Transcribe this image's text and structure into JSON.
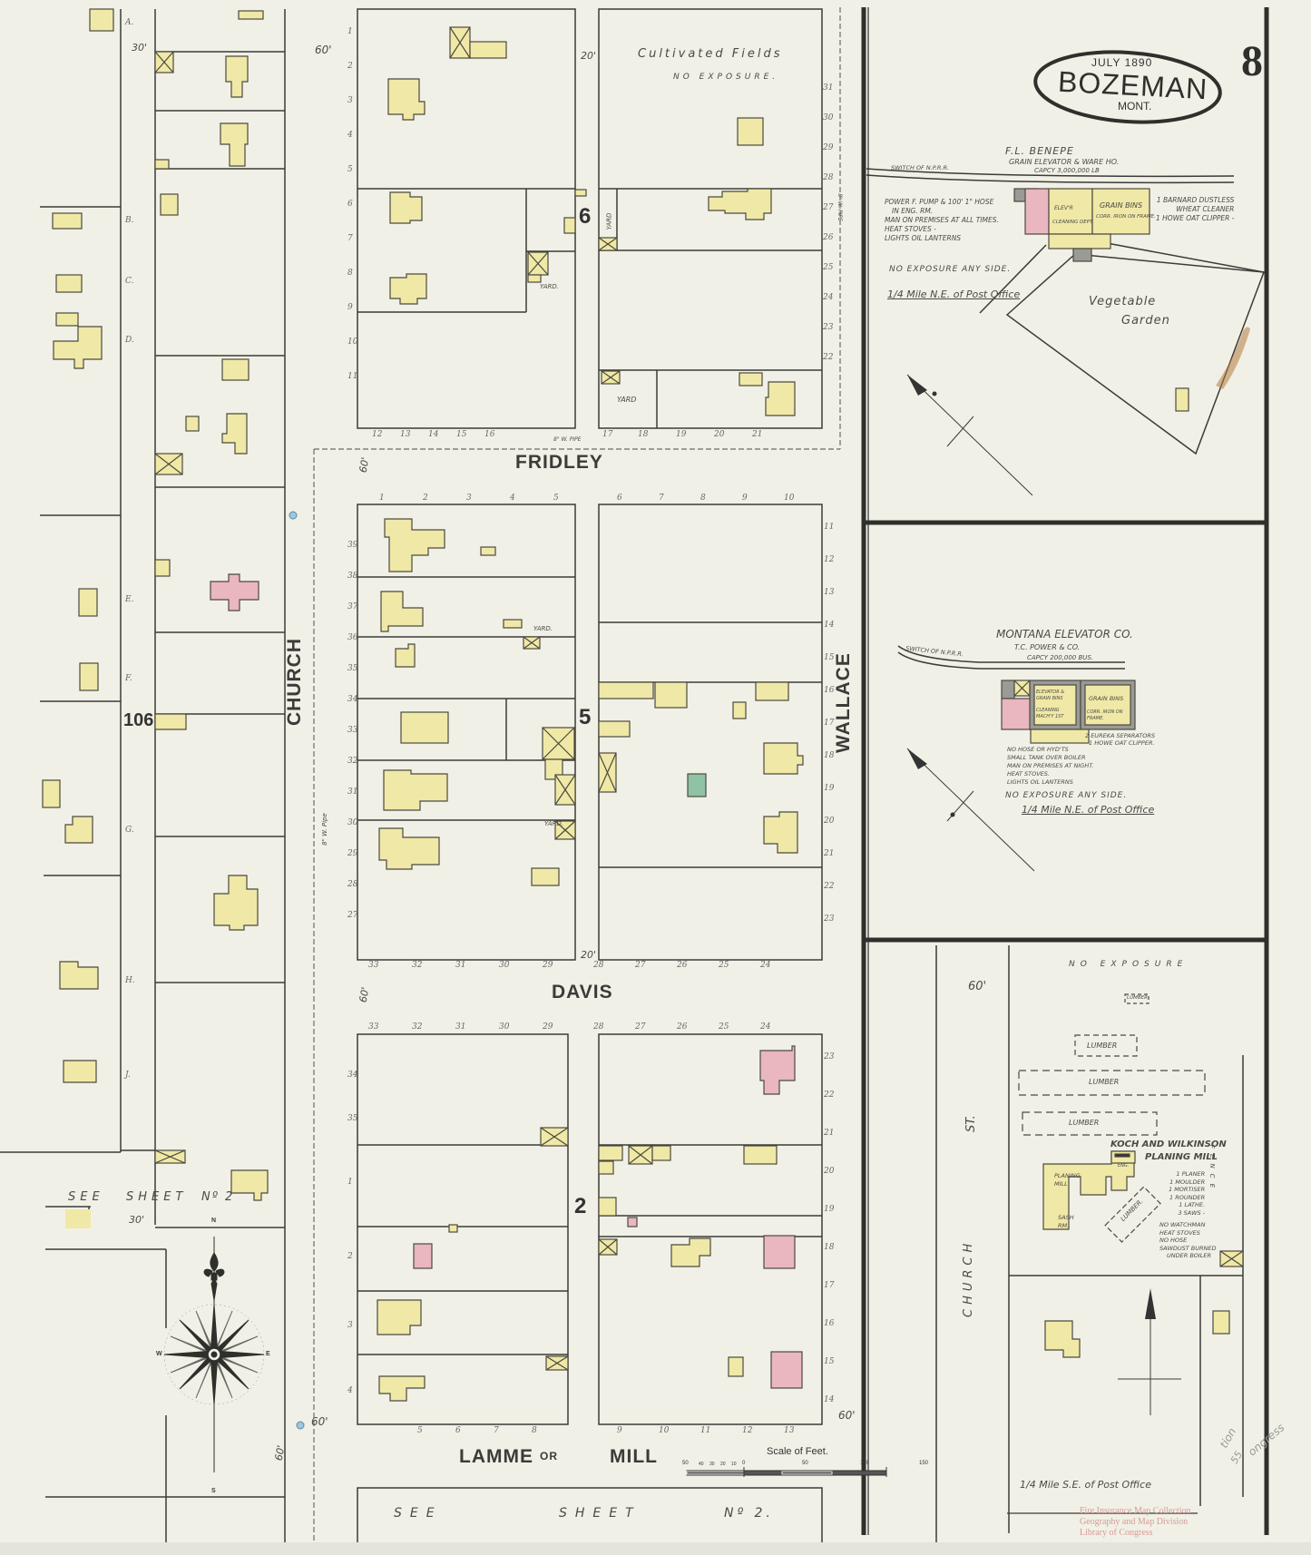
{
  "title_cartouche": {
    "date": "JULY 1890",
    "city": "BOZEMAN",
    "state": "MONT."
  },
  "sheet_number": "8",
  "colors": {
    "paper": "#f1f0e6",
    "frame_brick": "#f0e8a6",
    "brick": "#eab6c0",
    "stone": "#8fc2a6",
    "line": "#3b3b38",
    "stamp": "#d79a9a"
  },
  "streets": {
    "fridley": "FRIDLEY",
    "davis": "DAVIS",
    "church": "CHURCH",
    "wallace": "WALLACE",
    "lamme": "LAMME",
    "lamme_or": "OR",
    "mill": "MILL",
    "church_st_a": "CHURCH",
    "church_st_b": "ST."
  },
  "blocks": {
    "b106": "106",
    "b6": "6",
    "b5": "5",
    "b2": "2"
  },
  "references": {
    "see_sheet_left": [
      "SEE",
      "SHEET",
      "Nº 2"
    ],
    "see_sheet_bottom": [
      "SEE",
      "SHEET",
      "Nº 2."
    ]
  },
  "dimensions": {
    "w60_top": "60'",
    "w30_top": "30'",
    "w30_bottom": "30'",
    "w20_top": "20'",
    "w20_mid": "20'",
    "w60_fridley": "60'",
    "w60_davis": "60'",
    "w60_lamme": "60'",
    "w60_lamme_r": "60'",
    "w60_bottom": "60'",
    "w60_church_st": "60'",
    "pipe_fridley": "8\" W. PIPE",
    "pipe_church": "8\" W. Pipe",
    "pipe_wallace": "8\" W. PIPE"
  },
  "block6": {
    "cultivated": "Cultivated Fields",
    "no_exposure": "No Exposure.",
    "yard1": "YARD.",
    "yard2": "YARD",
    "yard3": "YARD"
  },
  "block5": {
    "yard1": "YARD.",
    "yard2": "YARD."
  },
  "benepe": {
    "name": "F.L. BENEPE",
    "subtitle": "GRAIN ELEVATOR & WARE HO.",
    "capacity": "CAPCY 3,000,000 LB",
    "switch": "SWITCH OF N.P.R.R.",
    "power": [
      "POWER F. PUMP & 100' 1\" HOSE",
      "IN ENG. RM.",
      "MAN ON PREMISES AT ALL TIMES.",
      "HEAT STOVES -",
      "LIGHTS OIL LANTERNS"
    ],
    "equipment": [
      "1 BARNARD DUSTLESS",
      "WHEAT CLEANER",
      "1 HOWE OAT CLIPPER -"
    ],
    "bins": "GRAIN BINS",
    "bins_const": "CORR. IRON ON FRAME.",
    "elev": "ELEV'R",
    "cleaning": "CLEANING DEPT.",
    "no_exposure": "NO EXPOSURE ANY SIDE.",
    "distance": "1/4 Mile N.E. of Post Office",
    "garden_a": "Vegetable",
    "garden_b": "Garden"
  },
  "montana": {
    "name": "MONTANA ELEVATOR CO.",
    "owner": "T.C. POWER & CO.",
    "capacity": "CAPCY 200,000 BUS.",
    "switch": "SWITCH OF N.P.R.R.",
    "elev_label": "ELEVATOR & GRAIN BINS",
    "cleaning": "CLEANING MACH'Y 1ST",
    "bins": "GRAIN BINS",
    "bins_const": "CORR. IRON ON FRAME.",
    "equipment": [
      "2 EUREKA SEPARATORS",
      "1 HOWE OAT CLIPPER."
    ],
    "notes": [
      "NO HOSE OR HYD'TS",
      "SMALL TANK OVER BOILER",
      "MAN ON PREMISES AT NIGHT.",
      "HEAT STOVES.",
      "LIGHTS OIL LANTERNS"
    ],
    "no_exposure": "NO EXPOSURE ANY SIDE.",
    "distance": "1/4 Mile N.E. of Post Office"
  },
  "koch": {
    "no_exposure": "NO EXPOSURE",
    "lumber": [
      "LUMBER",
      "LUMBER",
      "LUMBER",
      "LUMBER",
      "LUMBER."
    ],
    "name_a": "KOCH AND WILKINSON",
    "name_b": "PLANING MILL",
    "mill_label": "PLANING MILL",
    "sash": "SASH RM.",
    "eng": "ENG.",
    "equipment": [
      "1 PLANER",
      "1 MOULDER",
      "1 MORTISER",
      "1 ROUNDER",
      "1 LATHE.",
      "3 SAWS -"
    ],
    "notes": [
      "NO WATCHMAN",
      "HEAT STOVES",
      "NO HOSE",
      "SAWDUST BURNED",
      "UNDER BOILER"
    ],
    "fence": "FENCE",
    "distance": "1/4 Mile S.E. of Post Office"
  },
  "scale": {
    "title": "Scale of Feet.",
    "ticks": [
      "50",
      "40",
      "30",
      "20",
      "10",
      "0",
      "50",
      "100",
      "150"
    ]
  },
  "compass": {
    "n": "N",
    "s": "S",
    "e": "E",
    "w": "W"
  },
  "stamp": [
    "Fire Insurance Map Collection",
    "Geography and Map Division",
    "Library of Congress"
  ],
  "lots": {
    "block6_left_side": [
      "1",
      "2",
      "3",
      "4",
      "5",
      "6",
      "7",
      "8",
      "9",
      "10",
      "11"
    ],
    "block6_bottom": [
      "12",
      "13",
      "14",
      "15",
      "16",
      "17",
      "18",
      "19",
      "20",
      "21"
    ],
    "block6_right_side": [
      "31",
      "30",
      "29",
      "28",
      "27",
      "26",
      "25",
      "24",
      "23",
      "22"
    ],
    "block5_top": [
      "1",
      "2",
      "3",
      "4",
      "5",
      "6",
      "7",
      "8",
      "9",
      "10"
    ],
    "block5_right": [
      "11",
      "12",
      "13",
      "14",
      "15",
      "16",
      "17",
      "18",
      "19",
      "20",
      "21",
      "22",
      "23"
    ],
    "block5_left": [
      "39",
      "38",
      "37",
      "36",
      "35",
      "34",
      "33",
      "32",
      "31",
      "30",
      "29",
      "28",
      "27"
    ],
    "block5_bottom": [
      "33",
      "32",
      "31",
      "30",
      "29",
      "28",
      "27",
      "26",
      "25",
      "24"
    ],
    "block2_top": [
      "33",
      "32",
      "31",
      "30",
      "29",
      "28",
      "27",
      "26",
      "25",
      "24"
    ],
    "block2_right": [
      "23",
      "22",
      "21",
      "20",
      "19",
      "18",
      "17",
      "16",
      "15",
      "14"
    ],
    "block2_left": [
      "34",
      "35",
      "1",
      "2",
      "3",
      "4"
    ],
    "block2_bottom": [
      "5",
      "6",
      "7",
      "8",
      "9",
      "10",
      "11",
      "12",
      "13"
    ],
    "block106_letters": [
      "A.",
      "B.",
      "C.",
      "D.",
      "E.",
      "F.",
      "G.",
      "H.",
      "J."
    ]
  },
  "library_marks": [
    "tion",
    "55",
    "ongress"
  ]
}
